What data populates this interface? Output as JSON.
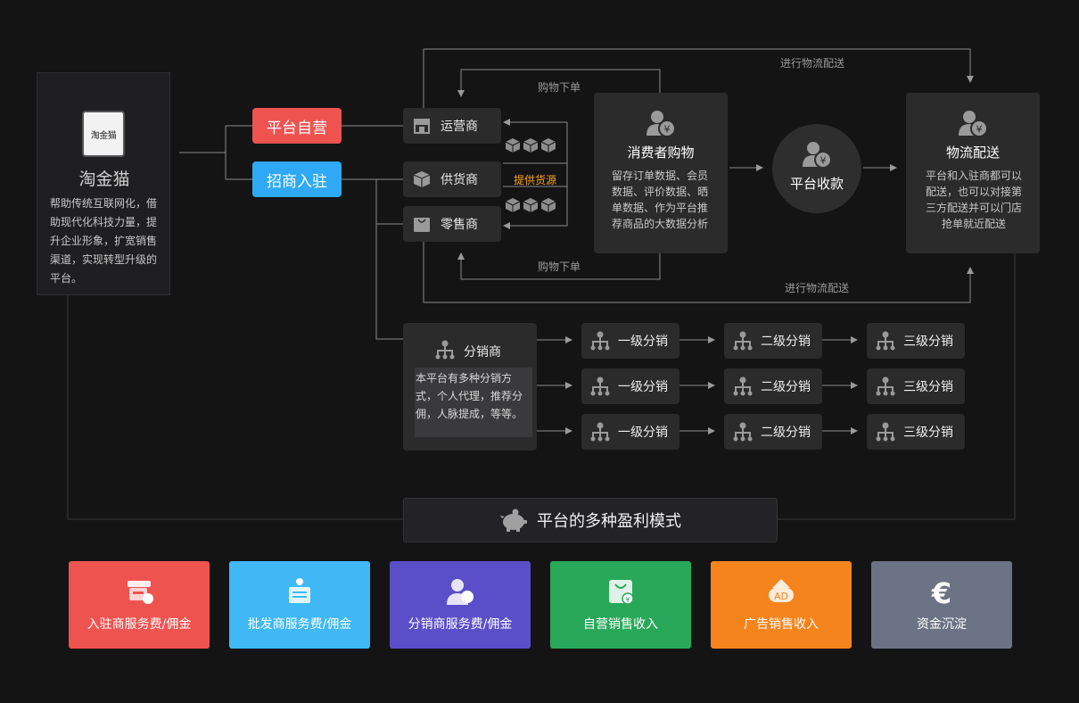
{
  "brand": {
    "logo_text": "淘金猫",
    "name": "淘金猫",
    "description": "帮助传统互联网化，借助现代化科技力量，提升企业形象，扩宽销售渠道，实现转型升级的平台。"
  },
  "modes": {
    "self_operated": "平台自营",
    "merchant_entry": "招商入驻"
  },
  "nodes": {
    "operator": "运营商",
    "supplier": "供货商",
    "retailer": "零售商",
    "distributor": "分销商"
  },
  "flow_labels": {
    "order_top": "购物下单",
    "order_bottom": "购物下单",
    "supply": "提供货源",
    "delivery_top": "进行物流配送",
    "delivery_bottom": "进行物流配送"
  },
  "consumer": {
    "title": "消费者购物",
    "description": "留存订单数据、会员数据、评价数据、晒单数据、作为平台推荐商品的大数据分析"
  },
  "payment": {
    "title": "平台收款"
  },
  "logistics": {
    "title": "物流配送",
    "description": "平台和入驻商都可以配送，也可以对接第三方配送并可以门店抢单就近配送"
  },
  "distribution": {
    "description": "本平台有多种分销方式，个人代理，推荐分佣，人脉提成，等等。",
    "rows": [
      {
        "level1": "一级分销",
        "level2": "二级分销",
        "level3": "三级分销"
      },
      {
        "level1": "一级分销",
        "level2": "二级分销",
        "level3": "三级分销"
      },
      {
        "level1": "一级分销",
        "level2": "二级分销",
        "level3": "三级分销"
      }
    ]
  },
  "profit": {
    "title": "平台的多种盈利模式",
    "tiles": [
      {
        "label": "入驻商服务费/佣金",
        "color": "#ef5350",
        "icon": "storefront-icon"
      },
      {
        "label": "批发商服务费/佣金",
        "color": "#3fb8f5",
        "icon": "wholesale-icon"
      },
      {
        "label": "分销商服务费/佣金",
        "color": "#5b4fc9",
        "icon": "distributor-icon"
      },
      {
        "label": "自营销售收入",
        "color": "#2aa85a",
        "icon": "shopping-bag-icon"
      },
      {
        "label": "广告销售收入",
        "color": "#f5841d",
        "icon": "ad-icon"
      },
      {
        "label": "资金沉淀",
        "color": "#6b7385",
        "icon": "euro-icon"
      }
    ]
  }
}
